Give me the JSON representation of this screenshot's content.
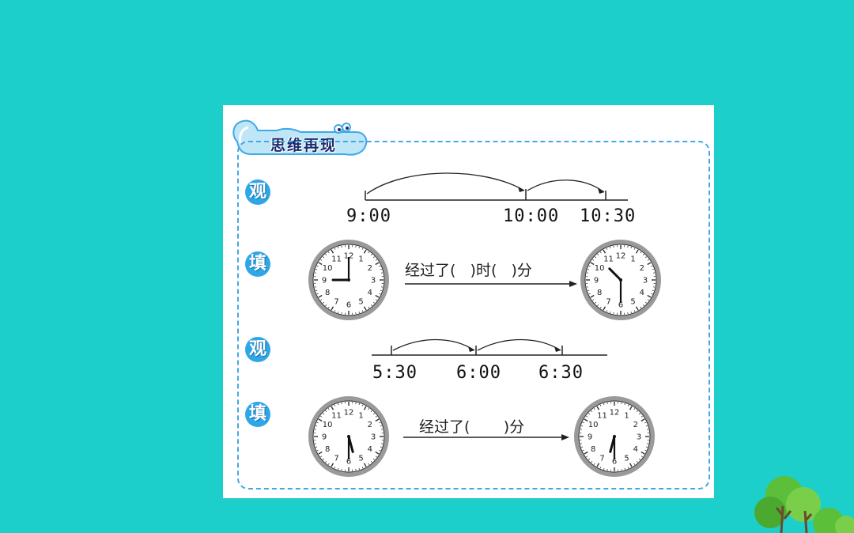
{
  "section": {
    "title": "思维再现"
  },
  "rows": [
    {
      "type": "observe",
      "label": "观"
    },
    {
      "type": "fill",
      "label": "填"
    },
    {
      "type": "observe",
      "label": "观"
    },
    {
      "type": "fill",
      "label": "填"
    }
  ],
  "timeline1": {
    "ticks": [
      "9:00",
      "10:00",
      "10:30"
    ]
  },
  "fill1": {
    "text": "经过了(   )时(   )分",
    "clock_start": {
      "hour": 9,
      "minute": 0
    },
    "clock_end": {
      "hour": 10,
      "minute": 30
    }
  },
  "timeline2": {
    "ticks": [
      "5:30",
      "6:00",
      "6:30"
    ]
  },
  "fill2": {
    "text": "经过了(       )分",
    "clock_start": {
      "hour": 5,
      "minute": 30
    },
    "clock_end": {
      "hour": 6,
      "minute": 30
    }
  },
  "clock_numbers": [
    "12",
    "1",
    "2",
    "3",
    "4",
    "5",
    "6",
    "7",
    "8",
    "9",
    "10",
    "11"
  ],
  "colors": {
    "background": "#1dcfcb",
    "accent": "#2fa6e8",
    "frame": "#3fa9e6"
  }
}
